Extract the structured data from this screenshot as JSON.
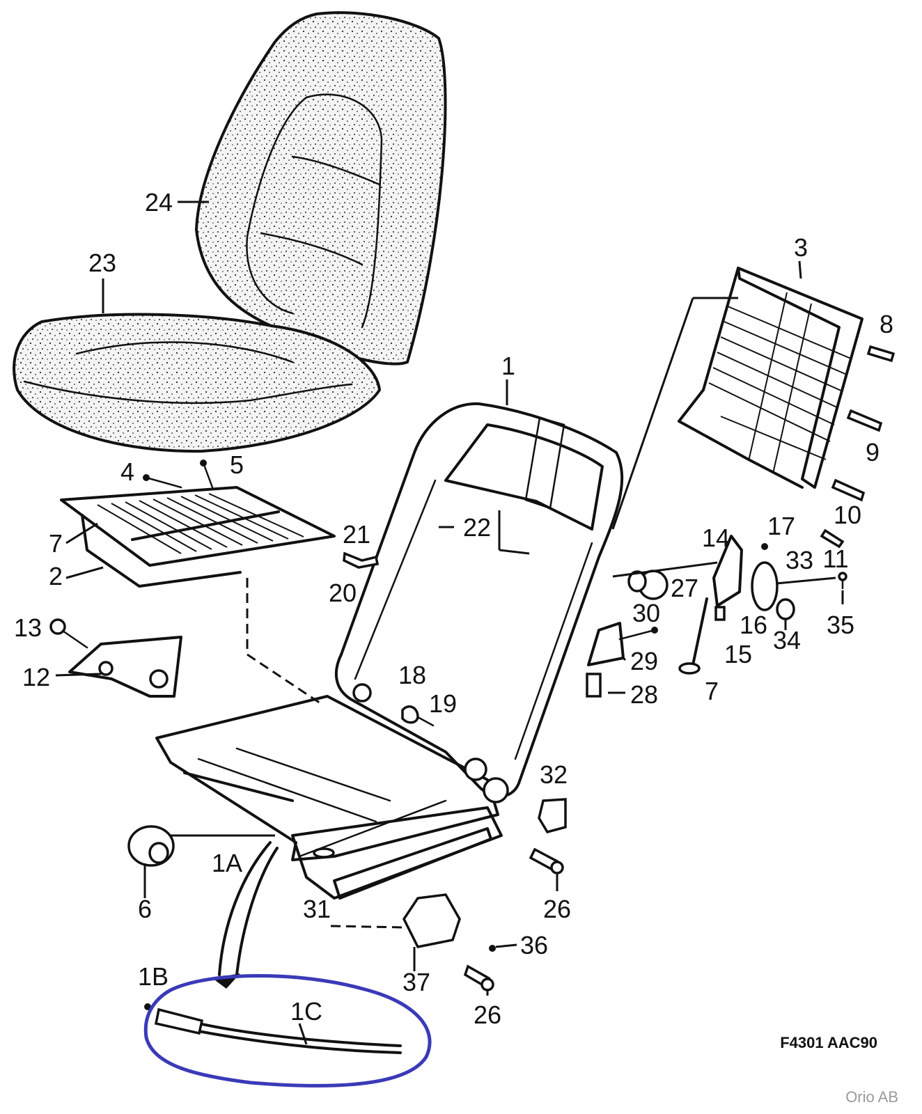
{
  "diagram": {
    "drawing_code": "F4301 AAC90",
    "credit": "Orio AB",
    "highlight_color": "#3a3ab8",
    "part_labels": {
      "p1": "1",
      "p1a": "1A",
      "p1b": "1B",
      "p1c": "1C",
      "p2": "2",
      "p3": "3",
      "p4": "4",
      "p5": "5",
      "p6": "6",
      "p7a": "7",
      "p7b": "7",
      "p8": "8",
      "p9": "9",
      "p10": "10",
      "p11": "11",
      "p12": "12",
      "p13": "13",
      "p14": "14",
      "p15": "15",
      "p16": "16",
      "p17": "17",
      "p18": "18",
      "p19": "19",
      "p20": "20",
      "p21": "21",
      "p22": "22",
      "p23": "23",
      "p24": "24",
      "p26a": "26",
      "p26b": "26",
      "p27": "27",
      "p28": "28",
      "p29": "29",
      "p30": "30",
      "p31": "31",
      "p32": "32",
      "p33": "33",
      "p34": "34",
      "p35": "35",
      "p36": "36",
      "p37": "37"
    }
  }
}
